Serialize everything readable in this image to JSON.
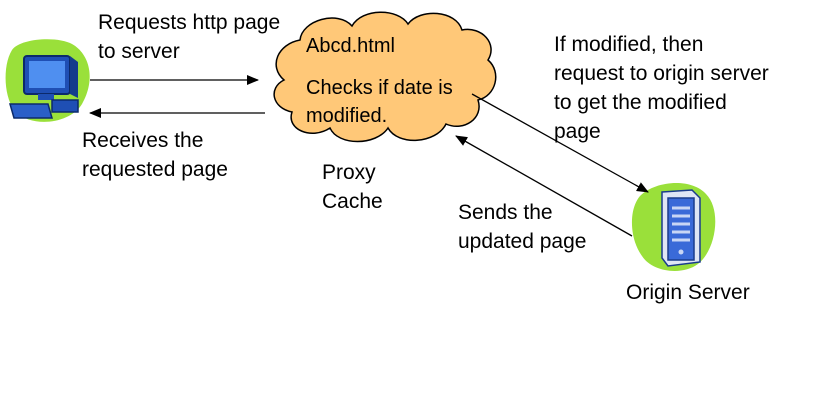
{
  "client": {
    "icon": "desktop-computer-icon",
    "request_label": "Requests http page\nto server",
    "receive_label": "Receives the\nrequested page"
  },
  "proxy": {
    "icon": "cloud-shape",
    "file_label": "Abcd.html",
    "check_label": "Checks if date is\nmodified.",
    "caption": "Proxy\nCache",
    "fill_color": "#ffc878",
    "stroke_color": "#000000"
  },
  "origin": {
    "icon": "server-tower-icon",
    "request_label": "If modified, then\nrequest to origin server\nto get the modified\npage",
    "response_label": "Sends the\nupdated page",
    "caption": "Origin Server"
  },
  "colors": {
    "blob_green": "#9ae03a",
    "monitor_blue": "#2a5fc8",
    "server_blue": "#3a6ad8"
  }
}
